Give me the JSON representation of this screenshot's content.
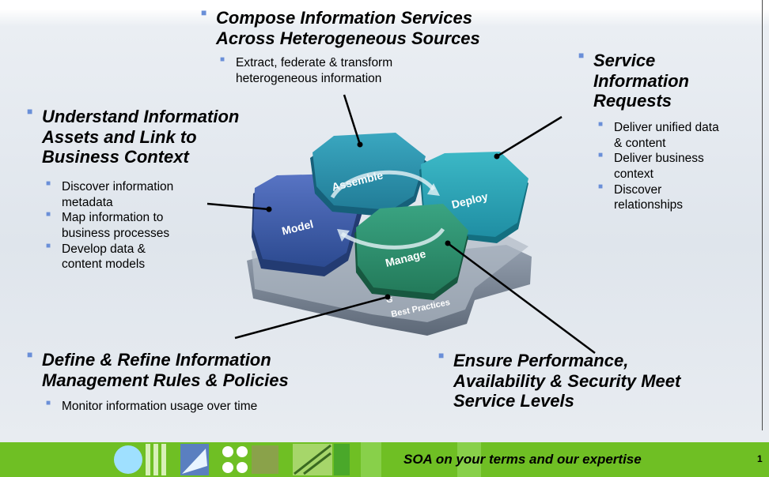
{
  "sections": {
    "compose": {
      "heading_line1": "Compose Information Services",
      "heading_line2": "Across Heterogeneous Sources",
      "item1_line1": "Extract, federate & transform",
      "item1_line2": "heterogeneous information"
    },
    "service": {
      "heading_line1": "Service",
      "heading_line2": "Information",
      "heading_line3": "Requests",
      "item1_line1": "Deliver unified data",
      "item1_line2": "& content",
      "item2_line1": "Deliver business",
      "item2_line2": "context",
      "item3_line1": "Discover",
      "item3_line2": "relationships"
    },
    "understand": {
      "heading_line1": "Understand Information",
      "heading_line2": "Assets and Link to",
      "heading_line3": "Business Context",
      "item1_line1": "Discover information",
      "item1_line2": "metadata",
      "item2_line1": "Map information to",
      "item2_line2": "business processes",
      "item3_line1": "Develop data &",
      "item3_line2": "content models"
    },
    "define": {
      "heading_line1": "Define & Refine Information",
      "heading_line2": "Management Rules & Policies",
      "item1": "Monitor information usage over time"
    },
    "ensure": {
      "heading_line1": "Ensure Performance,",
      "heading_line2": "Availability & Security Meet",
      "heading_line3": "Service Levels"
    }
  },
  "diagram": {
    "hex_assemble": "Assemble",
    "hex_deploy": "Deploy",
    "hex_model": "Model",
    "hex_manage": "Manage",
    "base_label_line1": "G",
    "base_label_line2": "Best Practices",
    "colors": {
      "model": "#3f5fa6",
      "assemble": "#2f8fa8",
      "deploy": "#2aa0b4",
      "manage": "#2e8f6e",
      "base": "#7d8897"
    }
  },
  "footer": {
    "tagline": "SOA on your terms and our expertise",
    "page_number": "1",
    "bar_color": "#6fbf24"
  }
}
